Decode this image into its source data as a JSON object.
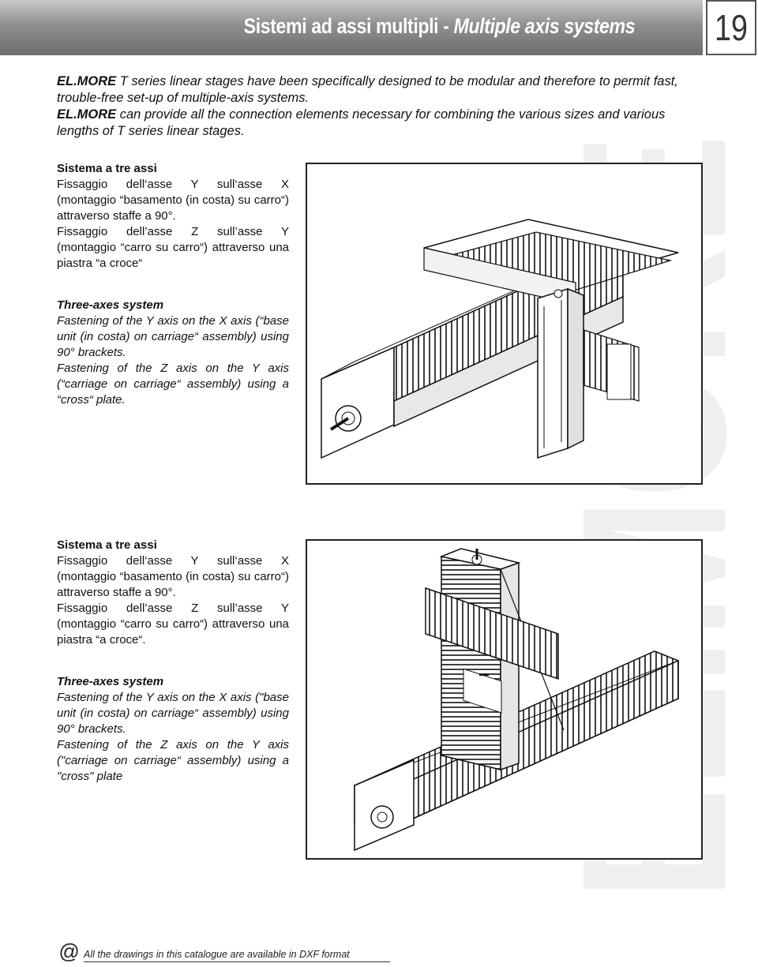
{
  "header": {
    "title_it": "Sistemi ad assi multipli - ",
    "title_en": "Multiple axis systems",
    "page_number": "19"
  },
  "intro": {
    "p1_brand": "EL.MORE",
    "p1_text": " T series linear stages have been specifically designed to be modular and therefore to permit fast, trouble-free set-up of multiple-axis systems.",
    "p2_brand": "EL.MORE",
    "p2_text": " can provide all the connection elements necessary for combining the various sizes and various lengths of T series linear stages."
  },
  "section1": {
    "it_heading": "Sistema a tre assi",
    "it_p1": "Fissaggio dell‘asse Y sull‘asse X (montaggio “basamento (in costa) su carro“) attraverso staffe a 90°.",
    "it_p2": "Fissaggio dell’asse Z sull’asse Y (montaggio “carro su carro“) attraverso una piastra “a croce“",
    "en_heading": "Three-axes system",
    "en_p1": "Fastening of the Y axis on the X axis (“base unit (in costa) on carriage“ assembly) using 90° brackets.",
    "en_p2": "Fastening of the Z axis on the Y axis (“carriage on carriage“ assembly) using a “cross“ plate."
  },
  "section2": {
    "it_heading": "Sistema a tre assi",
    "it_p1": "Fissaggio dell‘asse Y sull‘asse X (montaggio “basamento (in costa) su carro“) attraverso staffe a 90°.",
    "it_p2": "Fissaggio dell’asse Z sull’asse Y (montaggio “carro su carro“) attraverso una piastra “a croce“.",
    "en_heading": "Three-axes system",
    "en_p1": "Fastening of the Y axis on the X axis (\"base unit (in costa) on carriage“ assembly) using 90° brackets.",
    "en_p2": "Fastening of the Z axis on the Y axis (\"carriage on carriage“ assembly) using a \"cross\" plate"
  },
  "watermark": {
    "text": "EL.MORE",
    "color": "#efefef"
  },
  "footer": {
    "at_symbol": "@",
    "note": "All the drawings in this catalogue are available in DXF format"
  },
  "colors": {
    "header_dark": "#6e6e6e",
    "header_light": "#c9c9c9",
    "text": "#111111"
  }
}
